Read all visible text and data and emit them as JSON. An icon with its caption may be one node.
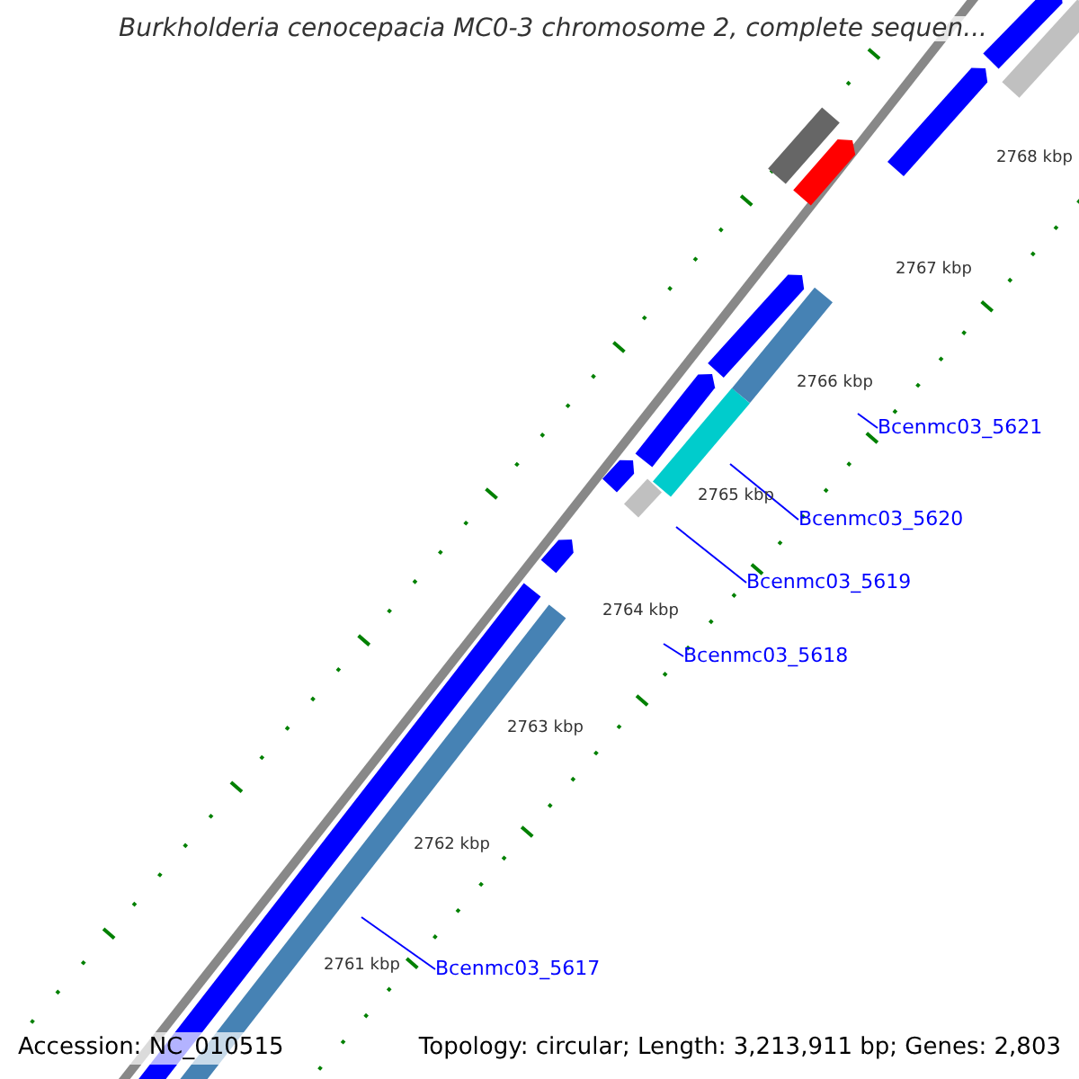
{
  "diagram": {
    "title": "Burkholderia cenocepacia MC0-3 chromosome 2, complete sequen...",
    "nodes": [
      {
        "text": [
          "Bcenmc03_5621"
        ]
      },
      {
        "text": [
          "Bcenmc03_5620"
        ]
      },
      {
        "text": [
          "Bcenmc03_5619"
        ]
      },
      {
        "text": [
          "Bcenmc03_5618"
        ]
      },
      {
        "text": [
          "Bcenmc03_5617"
        ]
      }
    ],
    "edges": [
      {
        "from": 0,
        "to": null,
        "arrow": "none"
      },
      {
        "from": 1,
        "to": null,
        "arrow": "none"
      },
      {
        "from": 2,
        "to": null,
        "arrow": "none"
      },
      {
        "from": 3,
        "to": null,
        "arrow": "none"
      },
      {
        "from": 4,
        "to": null,
        "arrow": "none"
      }
    ],
    "labels": [
      "2768 kbp",
      "2767 kbp",
      "2766 kbp",
      "2765 kbp",
      "2764 kbp",
      "2763 kbp",
      "2762 kbp",
      "2761 kbp",
      "Accession: NC_010515",
      "Topology: circular; Length: 3,213,911 bp; Genes: 2,803"
    ]
  }
}
